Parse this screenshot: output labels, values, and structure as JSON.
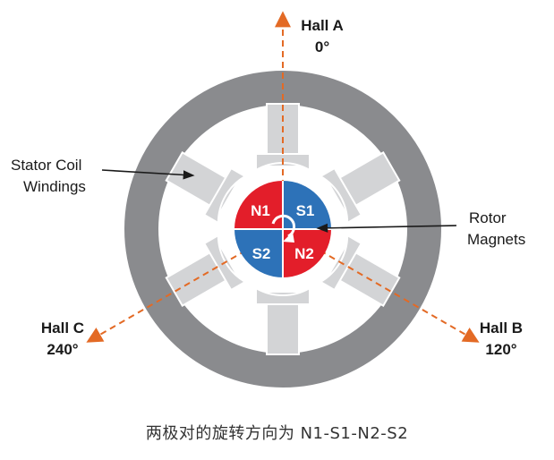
{
  "colors": {
    "stator_ring": "#8a8b8e",
    "pole_fill": "#d3d4d6",
    "pole_stroke": "#ffffff",
    "north": "#e31e2a",
    "south": "#2d72b8",
    "hall_axis": "#e36a25",
    "leader": "#1a1a1a"
  },
  "hall_sensors": [
    {
      "name": "Hall A",
      "angle": "0°",
      "orientation_deg": 0
    },
    {
      "name": "Hall B",
      "angle": "120°",
      "orientation_deg": 120
    },
    {
      "name": "Hall C",
      "angle": "240°",
      "orientation_deg": 240
    }
  ],
  "callouts": {
    "stator": [
      "Stator Coil",
      "Windings"
    ],
    "rotor": [
      "Rotor",
      "Magnets"
    ]
  },
  "rotor_poles": [
    {
      "label": "N1",
      "polarity": "north"
    },
    {
      "label": "S1",
      "polarity": "south"
    },
    {
      "label": "N2",
      "polarity": "north"
    },
    {
      "label": "S2",
      "polarity": "south"
    }
  ],
  "stator_pole_count": 6,
  "rotation_icon": "clockwise-arrow-icon",
  "caption": "两极对的旋转方向为 N1-S1-N2-S2"
}
